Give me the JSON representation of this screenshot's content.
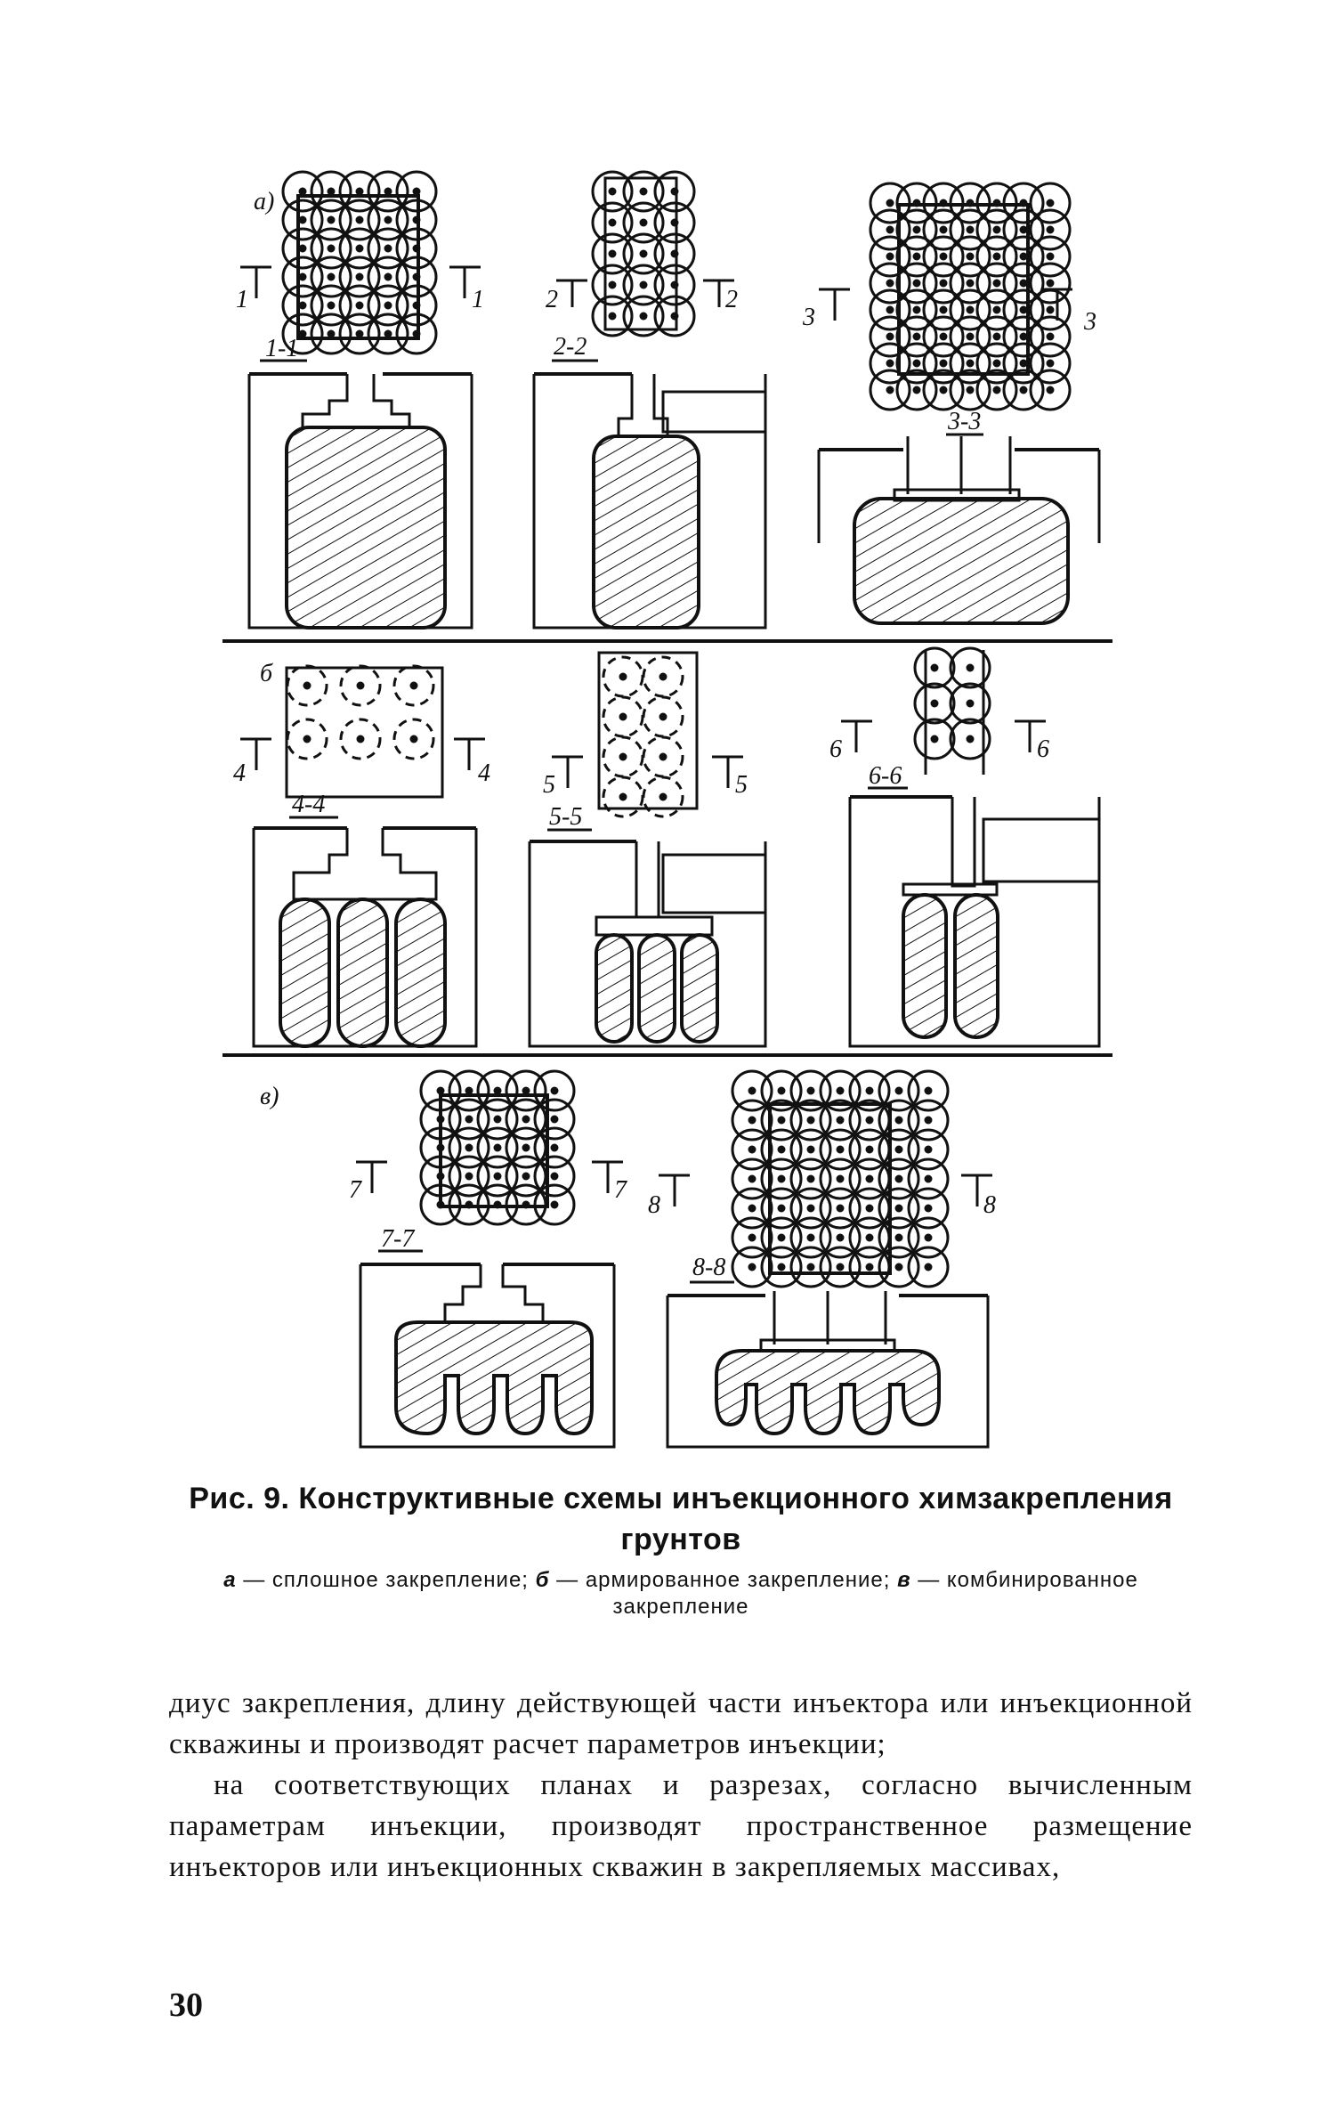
{
  "figure": {
    "panel_labels": {
      "a": "а)",
      "b": "б",
      "c": "в)"
    },
    "section_marks": [
      {
        "id": "1",
        "title": "1-1"
      },
      {
        "id": "2",
        "title": "2-2"
      },
      {
        "id": "3",
        "title": "3-3"
      },
      {
        "id": "4",
        "title": "4-4"
      },
      {
        "id": "5",
        "title": "5-5"
      },
      {
        "id": "6",
        "title": "6-6"
      },
      {
        "id": "7",
        "title": "7-7"
      },
      {
        "id": "8",
        "title": "8-8"
      }
    ]
  },
  "caption": {
    "title": "Рис. 9. Конструктивные схемы инъекционного химзакрепления грунтов",
    "legend_a_key": "а",
    "legend_a": " — сплошное закрепление; ",
    "legend_b_key": "б",
    "legend_b": " — армированное закрепление; ",
    "legend_c_key": "в",
    "legend_c": " — комбинированное закрепление"
  },
  "body": {
    "para1": "диус закрепления, длину действующей части инъектора или инъекционной скважины и производят расчет параметров инъекции;",
    "para2": "на соответствующих планах и разрезах, согласно вычисленным параметрам инъекции, производят пространственное размещение инъекторов или инъекционных скважин в закрепляемых массивах,"
  },
  "page_number": "30"
}
